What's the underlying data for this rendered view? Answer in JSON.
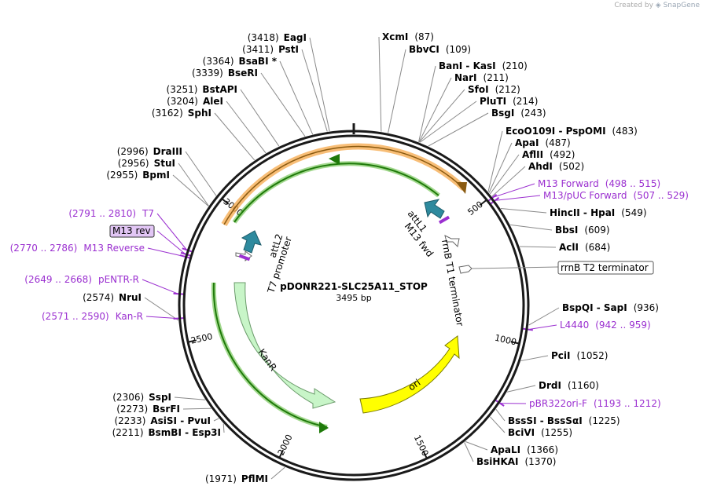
{
  "credit": {
    "prefix": "Created by",
    "logo": "SnapGene",
    "icon": "snapgene-logo-icon"
  },
  "plasmid": {
    "name": "pDONR221-SLC25A11_STOP",
    "length": 3495,
    "size_label": "3495 bp"
  },
  "ticks": [
    {
      "bp": 500,
      "label": "500"
    },
    {
      "bp": 1000,
      "label": "1000"
    },
    {
      "bp": 1500,
      "label": "1500"
    },
    {
      "bp": 2000,
      "label": "2000"
    },
    {
      "bp": 2500,
      "label": "2500"
    },
    {
      "bp": 3000,
      "label": "3000"
    }
  ],
  "enzymes": [
    {
      "id": "eagi",
      "name": "EagI",
      "pos_text": "(3418)",
      "bp": 3418,
      "side": "L"
    },
    {
      "id": "psti",
      "name": "PstI",
      "pos_text": "(3411)",
      "bp": 3411,
      "side": "L"
    },
    {
      "id": "bsabi",
      "name": "BsaBI *",
      "pos_text": "(3364)",
      "bp": 3364,
      "side": "L"
    },
    {
      "id": "bseri",
      "name": "BseRI",
      "pos_text": "(3339)",
      "bp": 3339,
      "side": "L"
    },
    {
      "id": "bstapi",
      "name": "BstAPI",
      "pos_text": "(3251)",
      "bp": 3251,
      "side": "L"
    },
    {
      "id": "alei",
      "name": "AleI",
      "pos_text": "(3204)",
      "bp": 3204,
      "side": "L"
    },
    {
      "id": "sphi",
      "name": "SphI",
      "pos_text": "(3162)",
      "bp": 3162,
      "side": "L"
    },
    {
      "id": "draiii",
      "name": "DraIII",
      "pos_text": "(2996)",
      "bp": 2996,
      "side": "L"
    },
    {
      "id": "stui",
      "name": "StuI",
      "pos_text": "(2956)",
      "bp": 2956,
      "side": "L"
    },
    {
      "id": "bpmi",
      "name": "BpmI",
      "pos_text": "(2955)",
      "bp": 2955,
      "side": "L"
    },
    {
      "id": "nrui",
      "name": "NruI",
      "pos_text": "(2574)",
      "bp": 2574,
      "side": "L"
    },
    {
      "id": "sspi",
      "name": "SspI",
      "pos_text": "(2306)",
      "bp": 2306,
      "side": "L"
    },
    {
      "id": "bsrfi",
      "name": "BsrFI",
      "pos_text": "(2273)",
      "bp": 2273,
      "side": "L"
    },
    {
      "id": "asisi",
      "name": "AsiSI  - PvuI",
      "pos_text": "(2233)",
      "bp": 2233,
      "side": "L"
    },
    {
      "id": "bsmbi",
      "name": "BsmBI  - Esp3I",
      "pos_text": "(2211)",
      "bp": 2211,
      "side": "L"
    },
    {
      "id": "pfimi",
      "name": "PflMI",
      "pos_text": "(1971)",
      "bp": 1971,
      "side": "L"
    },
    {
      "id": "xcmi",
      "name": "XcmI",
      "pos_text": "(87)",
      "bp": 87,
      "side": "R"
    },
    {
      "id": "bbvci",
      "name": "BbvCI",
      "pos_text": "(109)",
      "bp": 109,
      "side": "R"
    },
    {
      "id": "bani",
      "name": "BanI  - KasI",
      "pos_text": "(210)",
      "bp": 210,
      "side": "R"
    },
    {
      "id": "nari",
      "name": "NarI",
      "pos_text": "(211)",
      "bp": 211,
      "side": "R"
    },
    {
      "id": "sfoi",
      "name": "SfoI",
      "pos_text": "(212)",
      "bp": 212,
      "side": "R"
    },
    {
      "id": "pluti",
      "name": "PluTI",
      "pos_text": "(214)",
      "bp": 214,
      "side": "R"
    },
    {
      "id": "bsgi",
      "name": "BsgI",
      "pos_text": "(243)",
      "bp": 243,
      "side": "R"
    },
    {
      "id": "eco0109i",
      "name": "EcoO109I  - PspOMI",
      "pos_text": "(483)",
      "bp": 483,
      "side": "R"
    },
    {
      "id": "apai",
      "name": "ApaI",
      "pos_text": "(487)",
      "bp": 487,
      "side": "R"
    },
    {
      "id": "afliii",
      "name": "AflII",
      "pos_text": "(492)",
      "bp": 492,
      "side": "R"
    },
    {
      "id": "ahdi",
      "name": "AhdI",
      "pos_text": "(502)",
      "bp": 502,
      "side": "R"
    },
    {
      "id": "hincii",
      "name": "HincII  - HpaI",
      "pos_text": "(549)",
      "bp": 549,
      "side": "R"
    },
    {
      "id": "bbsi",
      "name": "BbsI",
      "pos_text": "(609)",
      "bp": 609,
      "side": "R"
    },
    {
      "id": "acli",
      "name": "AclI",
      "pos_text": "(684)",
      "bp": 684,
      "side": "R"
    },
    {
      "id": "bspqi",
      "name": "BspQI  - SapI",
      "pos_text": "(936)",
      "bp": 936,
      "side": "R"
    },
    {
      "id": "pcii",
      "name": "PciI",
      "pos_text": "(1052)",
      "bp": 1052,
      "side": "R"
    },
    {
      "id": "drdi",
      "name": "DrdI",
      "pos_text": "(1160)",
      "bp": 1160,
      "side": "R"
    },
    {
      "id": "bsssi",
      "name": "BssSI  - BssSαI",
      "pos_text": "(1225)",
      "bp": 1225,
      "side": "R"
    },
    {
      "id": "bcivi",
      "name": "BciVI",
      "pos_text": "(1255)",
      "bp": 1255,
      "side": "R"
    },
    {
      "id": "apali",
      "name": "ApaLI",
      "pos_text": "(1366)",
      "bp": 1366,
      "side": "R"
    },
    {
      "id": "bsihkai",
      "name": "BsiHKAI",
      "pos_text": "(1370)",
      "bp": 1370,
      "side": "R"
    }
  ],
  "primers": [
    {
      "id": "t7",
      "name": "T7",
      "range_text": "(2791 .. 2810)",
      "bp": 2800,
      "side": "L"
    },
    {
      "id": "m13rev",
      "name": "M13 rev",
      "range_text": "",
      "bp": 2786,
      "side": "L",
      "boxed": true
    },
    {
      "id": "m13reverse",
      "name": "M13 Reverse",
      "range_text": "(2770 .. 2786)",
      "bp": 2778,
      "side": "L"
    },
    {
      "id": "pentrr",
      "name": "pENTR-R",
      "range_text": "(2649 .. 2668)",
      "bp": 2658,
      "side": "L"
    },
    {
      "id": "kanr-primer",
      "name": "Kan-R",
      "range_text": "(2571 .. 2590)",
      "bp": 2580,
      "side": "L"
    },
    {
      "id": "m13fwd-primer",
      "name": "M13 Forward",
      "range_text": "(498 .. 515)",
      "bp": 506,
      "side": "R"
    },
    {
      "id": "m13puc",
      "name": "M13/pUC Forward",
      "range_text": "(507 .. 529)",
      "bp": 518,
      "side": "R"
    },
    {
      "id": "l4440",
      "name": "L4440",
      "range_text": "(942 .. 959)",
      "bp": 950,
      "side": "R"
    },
    {
      "id": "pbr322",
      "name": "pBR322ori-F",
      "range_text": "(1193 .. 1212)",
      "bp": 1202,
      "side": "R"
    }
  ],
  "features": [
    {
      "id": "attl2",
      "label": "attL2"
    },
    {
      "id": "t7-promoter",
      "label": "T7 promoter"
    },
    {
      "id": "attl1",
      "label": "attL1"
    },
    {
      "id": "m13-fwd",
      "label": "M13 fwd"
    },
    {
      "id": "rrnb-t1",
      "label": "rrnB T1 terminator"
    },
    {
      "id": "rrnb-t2",
      "label": "rrnB T2 terminator"
    },
    {
      "id": "kanr",
      "label": "KanR"
    },
    {
      "id": "ori",
      "label": "ori"
    }
  ],
  "colors": {
    "backbone": "#1a1a1a",
    "orange_band": "#f5a84a",
    "green_arrow": "#46b21e",
    "kanr_fill": "#c8f5c8",
    "kanr_stroke": "#6a9a6a",
    "ori_fill": "#ffff00",
    "ori_stroke": "#7a7a00",
    "att_fill": "#2e8a9e",
    "primer": "#9b30d0",
    "m13rev_box": "#e2c6f5"
  }
}
